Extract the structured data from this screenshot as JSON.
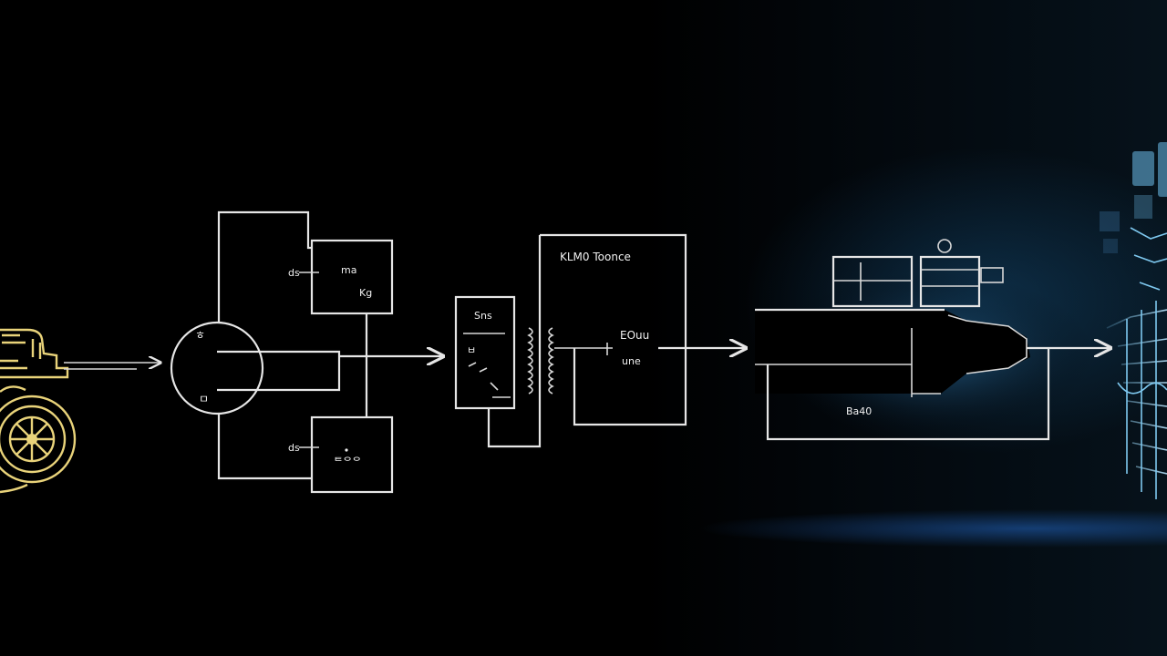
{
  "labels": {
    "summing_top": "ㅎ",
    "summing_bottom": "ㅁ",
    "upper_block_left": "ds",
    "upper_block_title": "ma",
    "upper_block_sub": "Kg",
    "lower_block_left": "ds",
    "lower_block_title": "ᄐᄋᄋ",
    "small_block_top": "Sns",
    "small_block_mid": "ㅂ",
    "controller_title": "KLM0 Toonce",
    "controller_value": "EOuu",
    "controller_sub": "une",
    "feedback_label": "Ba40"
  },
  "colors": {
    "background": "#000000",
    "wire": "#e6e6e6",
    "engine_gold": "#e9d37a",
    "holo_cyan": "#7ec8ef",
    "glow_blue": "#2878e6"
  }
}
